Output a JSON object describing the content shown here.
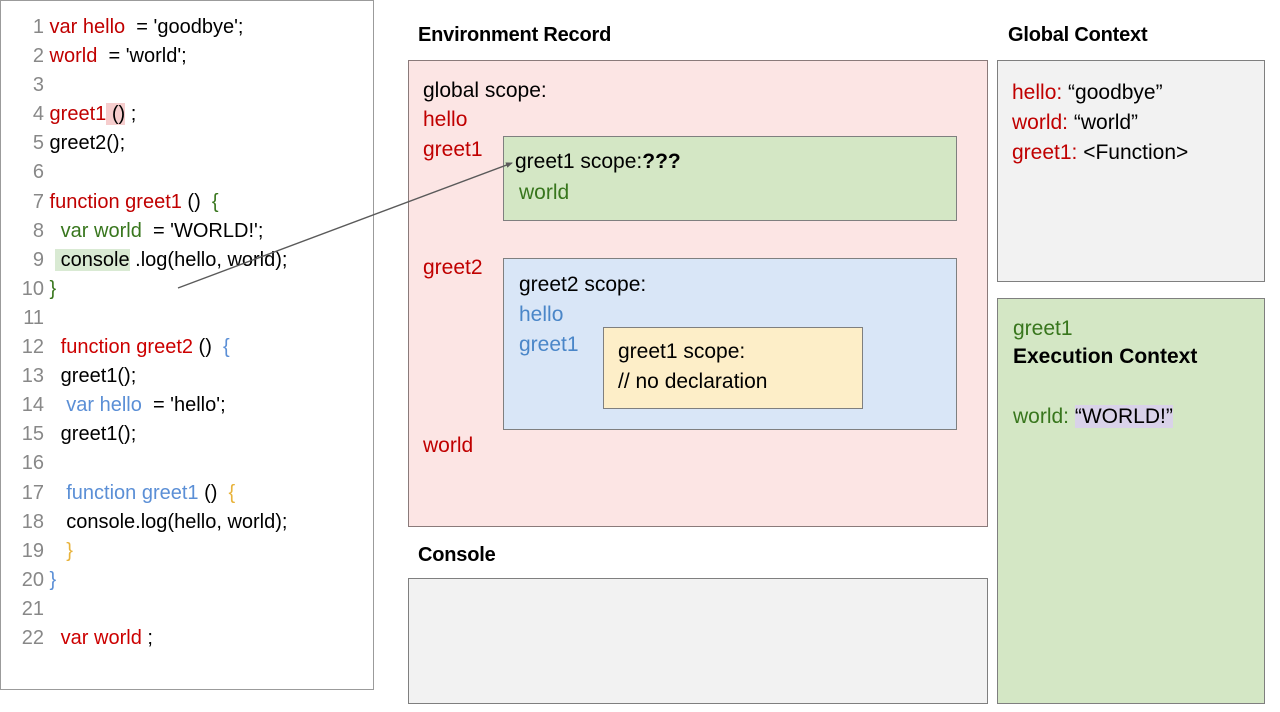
{
  "code_editor": {
    "lines": [
      {
        "n": "1",
        "tokens": [
          {
            "t": "var hello",
            "c": "c-red"
          },
          {
            "t": " = 'goodbye';",
            "c": "c-black"
          }
        ]
      },
      {
        "n": "2",
        "tokens": [
          {
            "t": "world",
            "c": "c-red"
          },
          {
            "t": " = 'world';",
            "c": "c-black"
          }
        ]
      },
      {
        "n": "3",
        "tokens": []
      },
      {
        "n": "4",
        "tokens": [
          {
            "t": "greet1",
            "c": "c-red"
          },
          {
            "t": "()",
            "c": "c-black hl-pink"
          },
          {
            "t": ";",
            "c": "c-black"
          }
        ]
      },
      {
        "n": "5",
        "tokens": [
          {
            "t": "greet2();",
            "c": "c-black"
          }
        ]
      },
      {
        "n": "6",
        "tokens": []
      },
      {
        "n": "7",
        "tokens": [
          {
            "t": "function greet1",
            "c": "c-red"
          },
          {
            "t": "() ",
            "c": "c-black"
          },
          {
            "t": "{",
            "c": "c-green"
          }
        ]
      },
      {
        "n": "8",
        "tokens": [
          {
            "t": " ",
            "c": "c-black"
          },
          {
            "t": "var world",
            "c": "c-green"
          },
          {
            "t": " = 'WORLD!';",
            "c": "c-black"
          }
        ]
      },
      {
        "n": "9",
        "tokens": [
          {
            "t": " ",
            "c": "c-black"
          },
          {
            "t": "console",
            "c": "c-black hl-green"
          },
          {
            "t": ".log(hello, world);",
            "c": "c-black"
          }
        ]
      },
      {
        "n": "10",
        "tokens": [
          {
            "t": "}",
            "c": "c-green"
          }
        ]
      },
      {
        "n": "11",
        "tokens": []
      },
      {
        "n": "12",
        "tokens": [
          {
            "t": " ",
            "c": "c-black"
          },
          {
            "t": "function greet2",
            "c": "c-red2"
          },
          {
            "t": "()",
            "c": "c-black"
          },
          {
            "t": " {",
            "c": "c-blue"
          }
        ]
      },
      {
        "n": "13",
        "tokens": [
          {
            "t": "  greet1();",
            "c": "c-black"
          }
        ]
      },
      {
        "n": "14",
        "tokens": [
          {
            "t": "  ",
            "c": "c-black"
          },
          {
            "t": "var hello",
            "c": "c-blue"
          },
          {
            "t": " = 'hello';",
            "c": "c-black"
          }
        ]
      },
      {
        "n": "15",
        "tokens": [
          {
            "t": "  greet1();",
            "c": "c-black"
          }
        ]
      },
      {
        "n": "16",
        "tokens": []
      },
      {
        "n": "17",
        "tokens": [
          {
            "t": "  ",
            "c": "c-black"
          },
          {
            "t": "function greet1",
            "c": "c-blue"
          },
          {
            "t": "()",
            "c": "c-black"
          },
          {
            "t": " {",
            "c": "c-yellow"
          }
        ]
      },
      {
        "n": "18",
        "tokens": [
          {
            "t": "   console.log(hello, world);",
            "c": "c-black"
          }
        ]
      },
      {
        "n": "19",
        "tokens": [
          {
            "t": "  ",
            "c": "c-black"
          },
          {
            "t": "}",
            "c": "c-yellow"
          }
        ]
      },
      {
        "n": "20",
        "tokens": [
          {
            "t": "}",
            "c": "c-blue"
          }
        ]
      },
      {
        "n": "21",
        "tokens": []
      },
      {
        "n": "22",
        "tokens": [
          {
            "t": " ",
            "c": "c-black"
          },
          {
            "t": "var world",
            "c": "c-red2"
          },
          {
            "t": ";",
            "c": "c-black"
          }
        ]
      }
    ]
  },
  "environment_record": {
    "title": "Environment Record",
    "global_scope_label": "global scope:",
    "bindings": {
      "hello": "hello",
      "greet1": "greet1",
      "greet2": "greet2",
      "world": "world"
    },
    "greet1_scope": {
      "title": "greet1 scope:",
      "unknown_marker": "???",
      "entries": [
        "world"
      ]
    },
    "greet2_scope": {
      "title": "greet2 scope:",
      "entries": [
        "hello",
        "greet1"
      ],
      "inner_greet1_scope": {
        "title": "greet1 scope:",
        "note": "// no declaration"
      }
    }
  },
  "console": {
    "title": "Console",
    "output": ""
  },
  "global_context": {
    "title": "Global Context",
    "rows": [
      {
        "key": "hello: ",
        "value": "“goodbye”"
      },
      {
        "key": "world: ",
        "value": "“world”"
      },
      {
        "key": "greet1: ",
        "value": "<Function>"
      }
    ]
  },
  "execution_context": {
    "name": "greet1",
    "heading": "Execution Context",
    "row_world_key": "world: ",
    "row_world_value": "“WORLD!”"
  },
  "colors": {
    "red": "#c00000",
    "green": "#38761d",
    "blue": "#4a86c8",
    "yellow": "#e8b33c",
    "env_bg": "#fce5e4",
    "greet1_bg": "#d4e7c5",
    "greet2_bg": "#d9e6f7",
    "inner_bg": "#fdeec8",
    "console_bg": "#f2f2f2",
    "highlight_purple": "#d9d2e9",
    "highlight_pink": "#f6cdcd",
    "highlight_green": "#d9ead3"
  }
}
